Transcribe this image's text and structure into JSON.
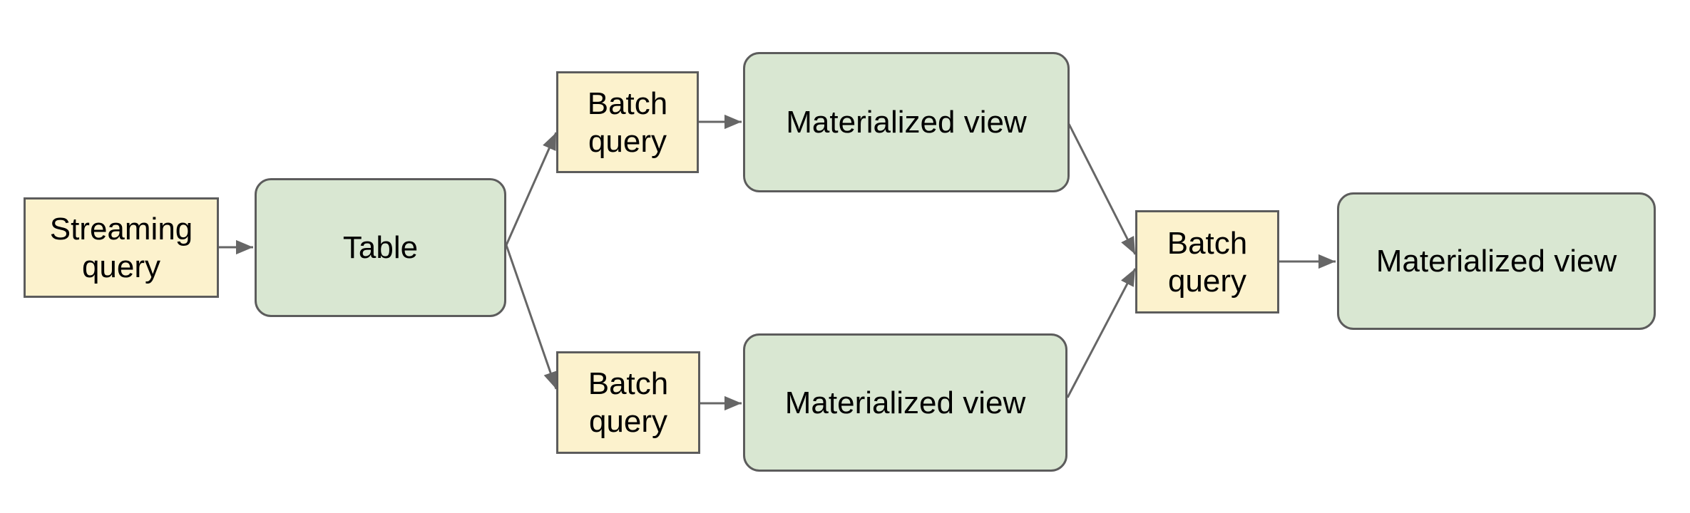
{
  "diagram": {
    "type": "flowchart",
    "colors": {
      "background": "#ffffff",
      "query_fill": "#fcf2cd",
      "view_fill": "#d9e7d2",
      "shape_border": "#5c5c5c",
      "connector": "#666666",
      "text": "#000000"
    },
    "nodes": {
      "streaming_query": {
        "label": "Streaming query"
      },
      "table": {
        "label": "Table"
      },
      "batch_query_top": {
        "label": "Batch query"
      },
      "materialized_view_top": {
        "label": "Materialized view"
      },
      "batch_query_bottom": {
        "label": "Batch query"
      },
      "materialized_view_bottom": {
        "label": "Materialized view"
      },
      "batch_query_right": {
        "label": "Batch query"
      },
      "materialized_view_right": {
        "label": "Materialized view"
      }
    },
    "edges": [
      {
        "from": "streaming_query",
        "to": "table"
      },
      {
        "from": "table",
        "to": "batch_query_top"
      },
      {
        "from": "batch_query_top",
        "to": "materialized_view_top"
      },
      {
        "from": "materialized_view_top",
        "to": "batch_query_right"
      },
      {
        "from": "table",
        "to": "batch_query_bottom"
      },
      {
        "from": "batch_query_bottom",
        "to": "materialized_view_bottom"
      },
      {
        "from": "materialized_view_bottom",
        "to": "batch_query_right"
      },
      {
        "from": "batch_query_right",
        "to": "materialized_view_right"
      }
    ]
  }
}
